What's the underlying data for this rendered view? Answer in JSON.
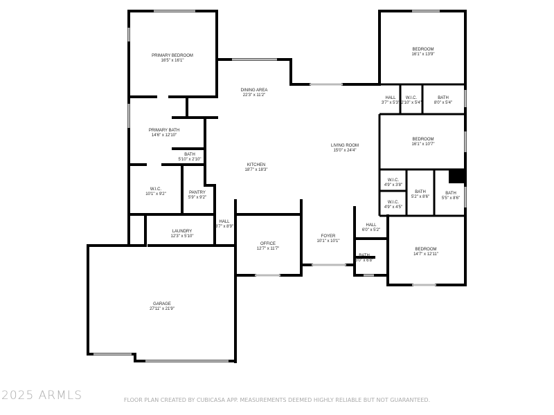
{
  "rooms": [
    {
      "name": "PRIMARY BEDROOM",
      "dims": "16'5\" x 16'1\""
    },
    {
      "name": "DINING AREA",
      "dims": "22'3\" x 11'2\""
    },
    {
      "name": "PRIMARY BATH",
      "dims": "14'6\" x 12'10\""
    },
    {
      "name": "BATH",
      "dims": "5'10\" x 2'10\""
    },
    {
      "name": "KITCHEN",
      "dims": "18'7\" x 18'3\""
    },
    {
      "name": "W.I.C.",
      "dims": "10'1\" x 9'2\""
    },
    {
      "name": "PANTRY",
      "dims": "5'9\" x 9'2\""
    },
    {
      "name": "HALL",
      "dims": "3'7\" x 8'9\""
    },
    {
      "name": "LAUNDRY",
      "dims": "12'3\" x 5'10\""
    },
    {
      "name": "OFFICE",
      "dims": "12'7\" x 11'7\""
    },
    {
      "name": "GARAGE",
      "dims": "27'11\" x 21'9\""
    },
    {
      "name": "LIVING ROOM",
      "dims": "15'0\" x 24'4\""
    },
    {
      "name": "FOYER",
      "dims": "10'1\" x 10'1\""
    },
    {
      "name": "HALL",
      "dims": "6'0\" x 5'2\""
    },
    {
      "name": "BATH",
      "dims": "6'0\" x 6'8\""
    },
    {
      "name": "BEDROOM",
      "dims": "16'1\" x 13'9\""
    },
    {
      "name": "HALL",
      "dims": "3'7\" x 5'3\""
    },
    {
      "name": "W.I.C.",
      "dims": "2'10\" x 5'4\""
    },
    {
      "name": "BATH",
      "dims": "8'0\" x 5'4\""
    },
    {
      "name": "BEDROOM",
      "dims": "16'1\" x 10'7\""
    },
    {
      "name": "W.I.C.",
      "dims": "4'9\" x 3'8\""
    },
    {
      "name": "W.I.C.",
      "dims": "4'9\" x 4'5\""
    },
    {
      "name": "BATH",
      "dims": "5'2\" x 8'6\""
    },
    {
      "name": "BATH",
      "dims": "5'5\" x 8'6\""
    },
    {
      "name": "BEDROOM",
      "dims": "14'7\" x 12'11\""
    }
  ],
  "watermark": "2025 ARMLS",
  "footer": "FLOOR PLAN CREATED BY CUBICASA APP. MEASUREMENTS DEEMED HIGHLY RELIABLE BUT NOT GUARANTEED."
}
